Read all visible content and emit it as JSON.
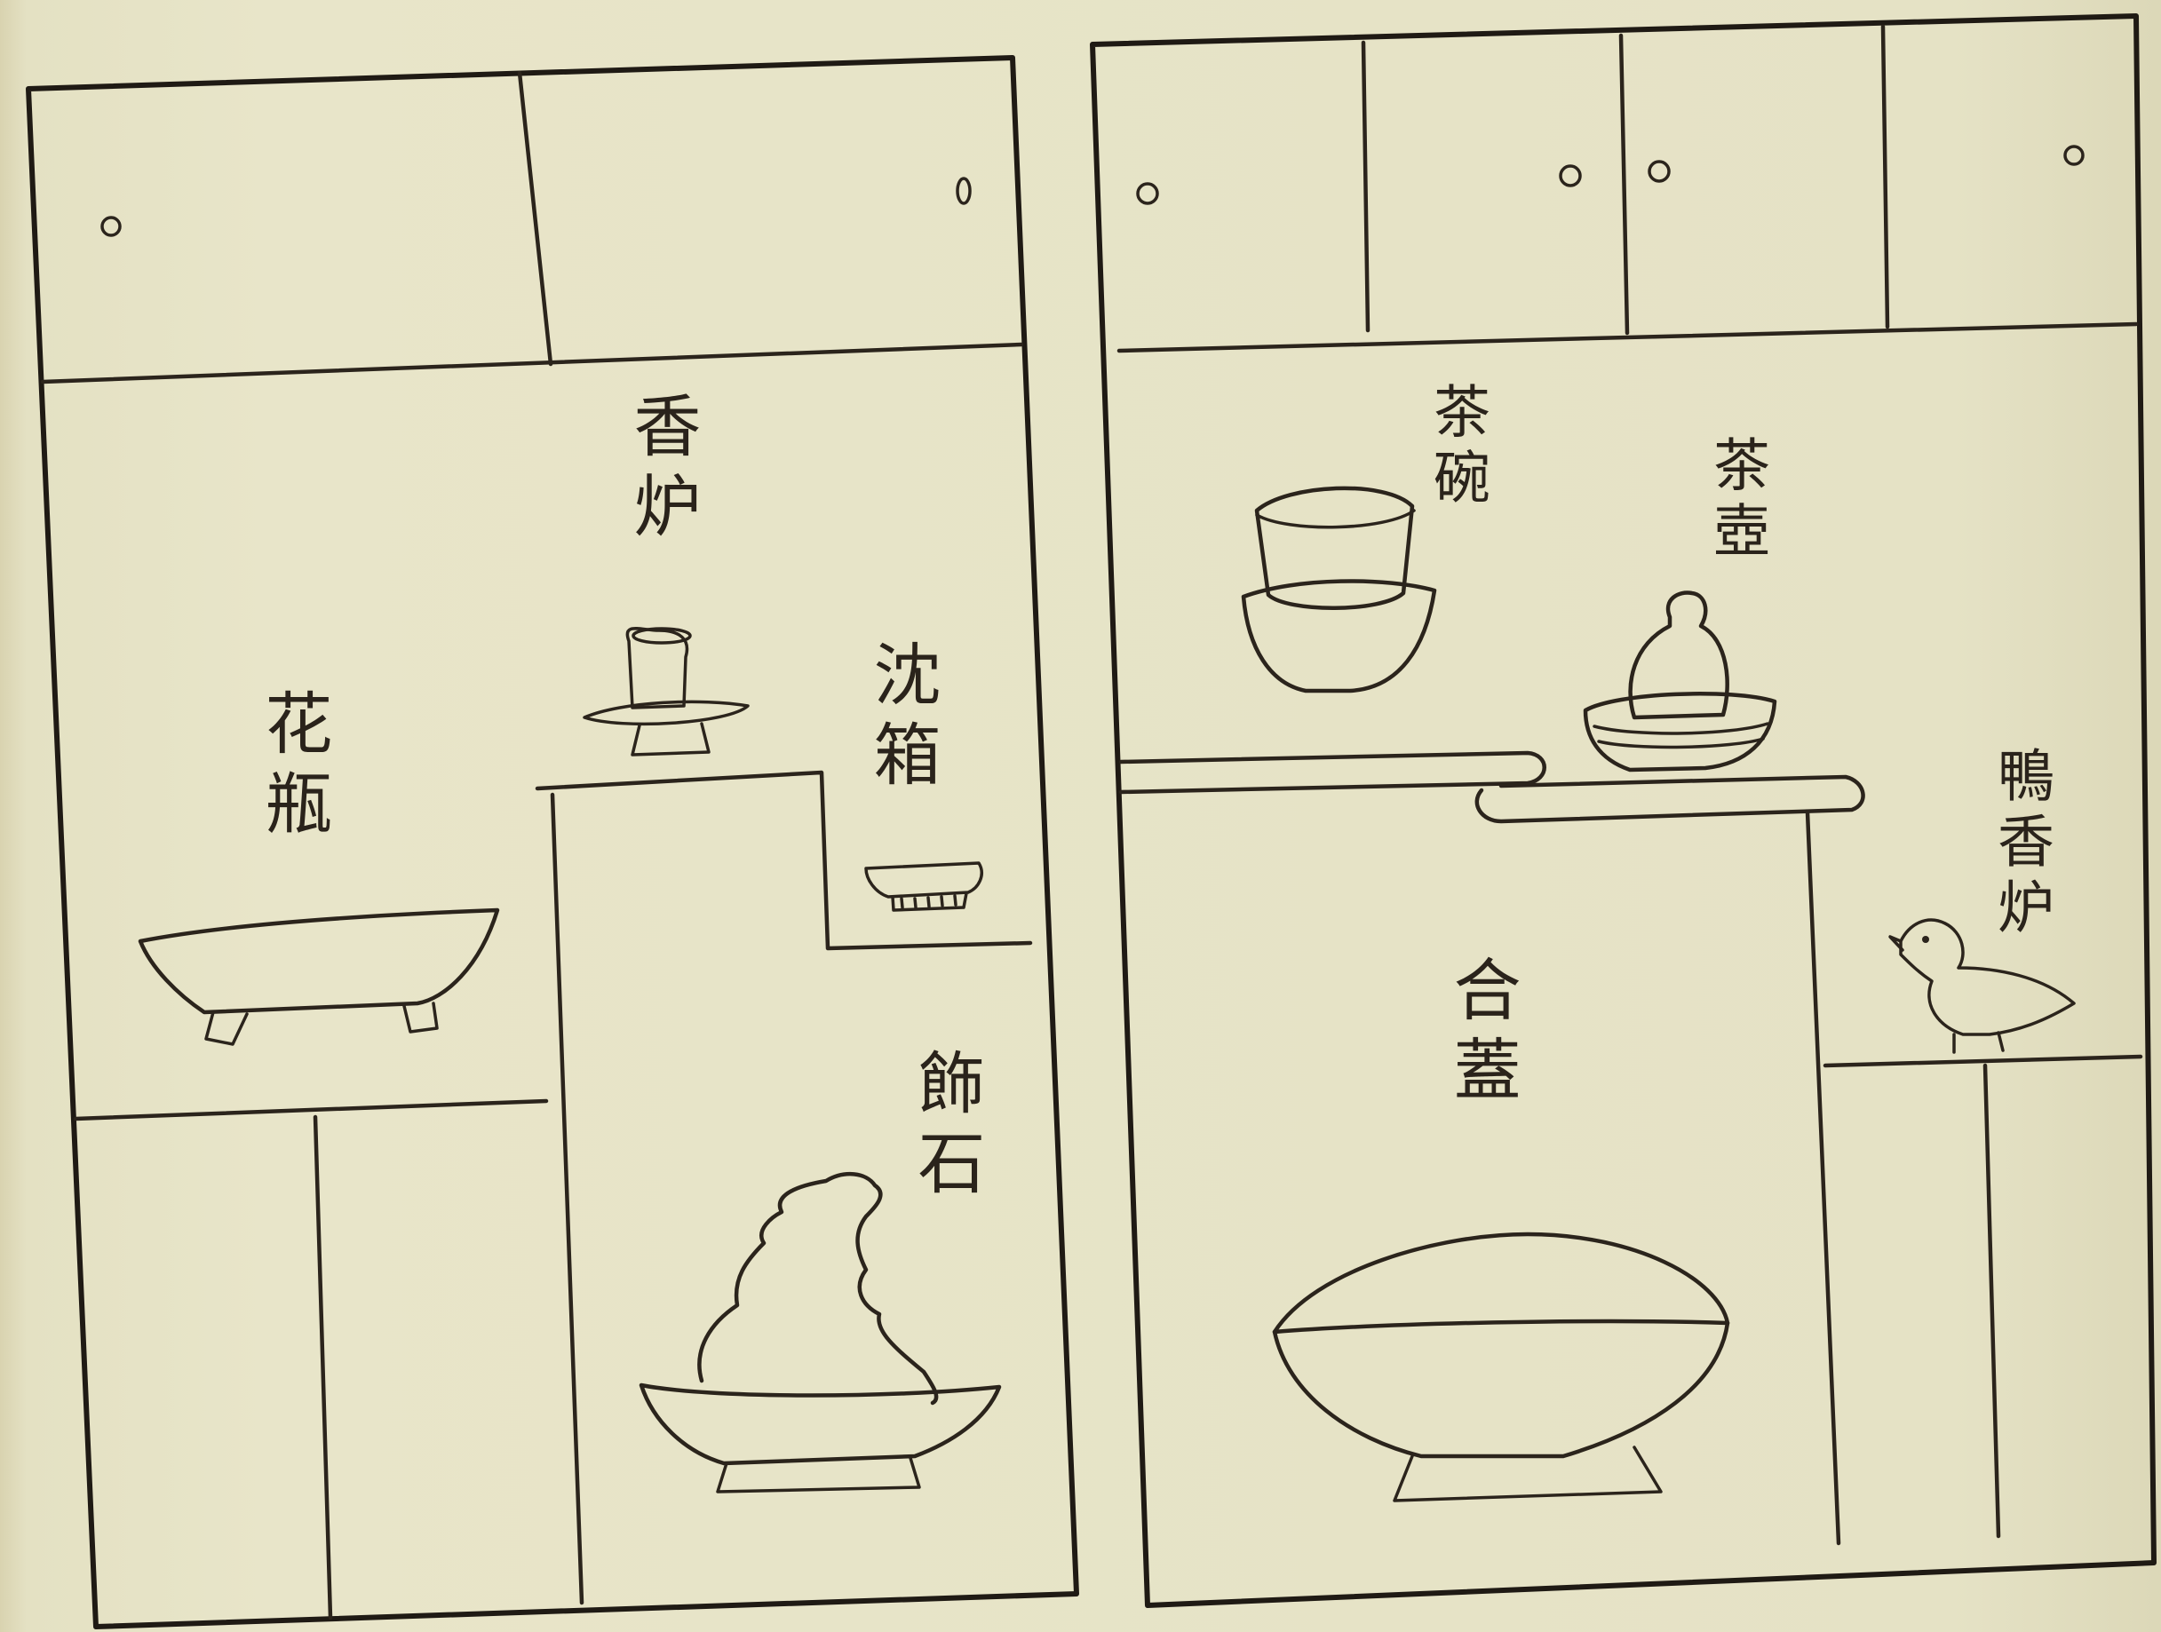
{
  "labels": {
    "incense_burner": "香炉",
    "flower_vase": "花瓶",
    "incense_box": "沈箱",
    "ornament_stone": "飾石",
    "tea_bowl": "茶碗",
    "tea_caddy": "茶壺",
    "duck_incense_burner": "鴨香炉",
    "lidded_bowl": "合蓋"
  }
}
